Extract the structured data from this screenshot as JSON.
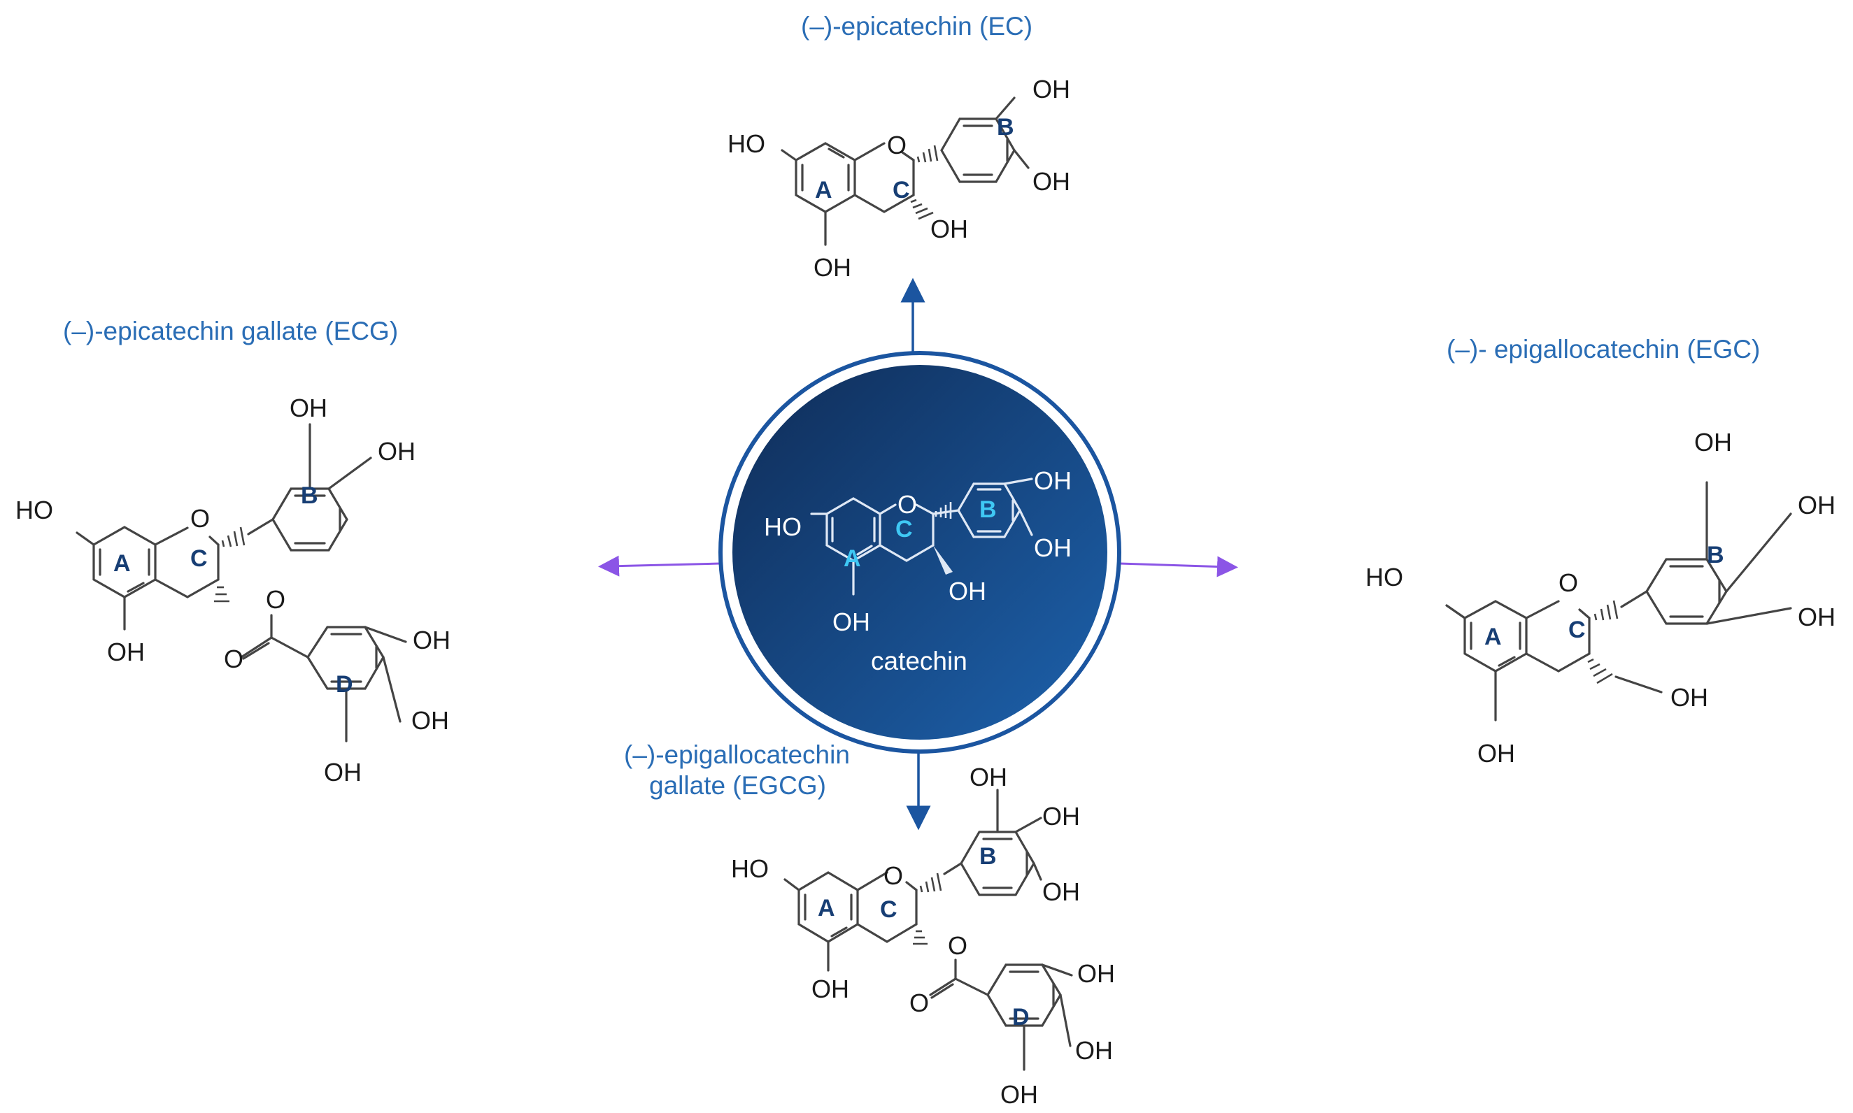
{
  "center": {
    "name": "catechin",
    "colors": {
      "disc_dark": "#10305e",
      "disc_light": "#1c5aa0",
      "ring": "#1b55a0",
      "ring_labels": "#3fc8f4"
    }
  },
  "compounds": {
    "ec": {
      "caption": "(–)-epicatechin (EC)"
    },
    "ecg": {
      "caption": "(–)-epicatechin gallate (ECG)"
    },
    "egc": {
      "caption": "(–)- epigallocatechin (EGC)"
    },
    "egcg": {
      "caption_line1": "(–)-epigallocatechin",
      "caption_line2": "gallate (EGCG)"
    }
  },
  "atoms": {
    "oh": "OH",
    "ho": "HO",
    "o": "O"
  },
  "rings": {
    "a": "A",
    "b": "B",
    "c": "C",
    "d": "D"
  },
  "arrows": {
    "vertical_color": "#1b55a0",
    "horizontal_color": "#8b55e6"
  }
}
